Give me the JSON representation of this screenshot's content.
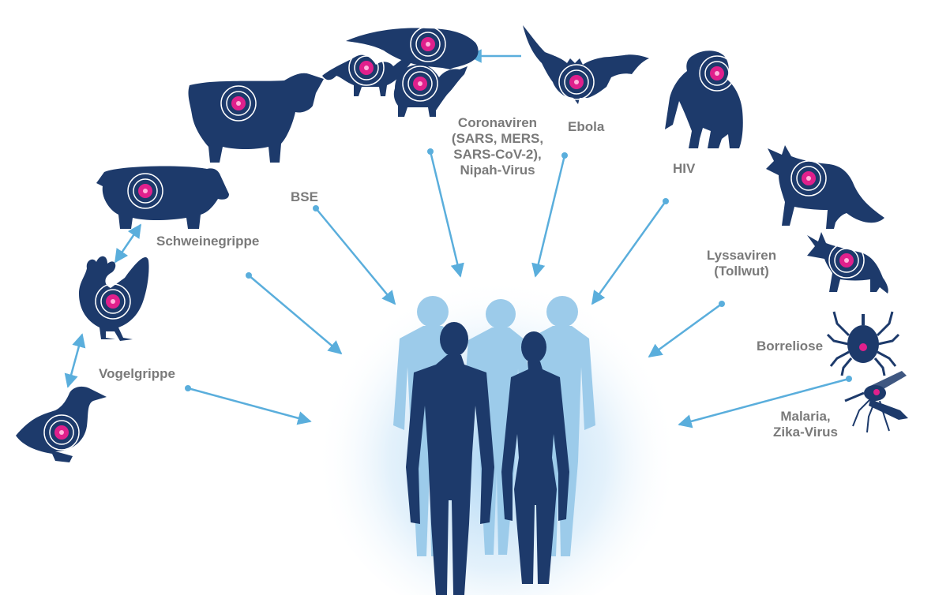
{
  "labels": {
    "bse": "BSE",
    "corona_1": "Coronaviren",
    "corona_2": "(SARS, MERS,",
    "corona_3": "SARS-CoV-2),",
    "corona_4": "Nipah-Virus",
    "ebola": "Ebola",
    "hiv": "HIV",
    "schweinegrippe": "Schweinegrippe",
    "lyssa_1": "Lyssaviren",
    "lyssa_2": "(Tollwut)",
    "borreliose": "Borreliose",
    "vogelgrippe": "Vogelgrippe",
    "malaria_1": "Malaria,",
    "malaria_2": "Zika-Virus"
  },
  "colors": {
    "animal": "#1d3a6b",
    "arrow": "#5aaedc",
    "label": "#7a7a7a",
    "virus": "#e0208c",
    "human_front": "#1d3a6b",
    "human_back": "#9ccbea",
    "glow": "#b9dcf5"
  }
}
